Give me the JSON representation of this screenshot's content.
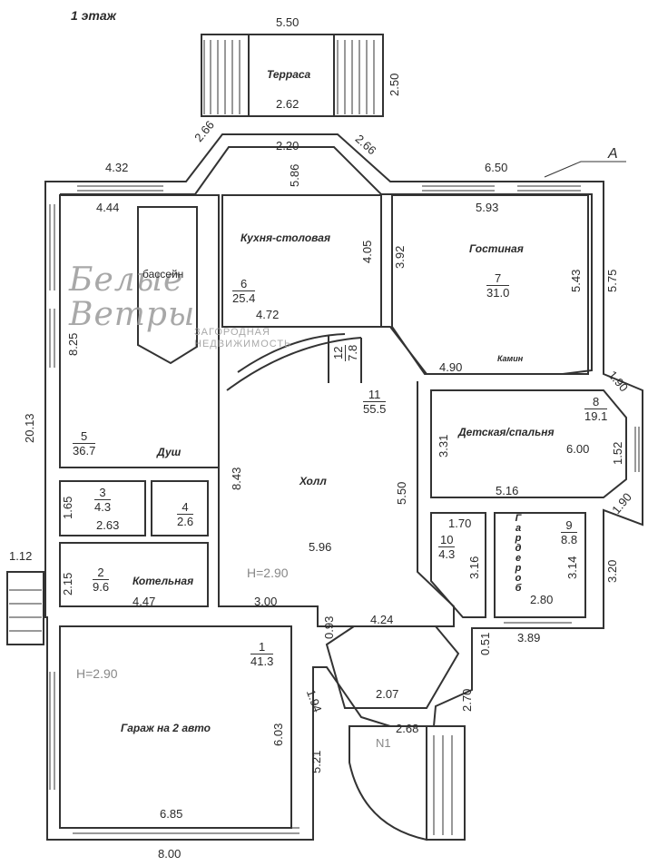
{
  "floor_title": "1 этаж",
  "north_marker": "N1",
  "axis_marker": "A",
  "watermark": {
    "line1": "Белые",
    "line2": "Ветры",
    "sub1": "ЗАГОРОДНАЯ",
    "sub2": "НЕДВИЖИМОСТЬ"
  },
  "ceiling_heights": [
    "H=2.90",
    "H=2.90"
  ],
  "rooms": [
    {
      "id": "terrace",
      "name": "Терраса"
    },
    {
      "id": "kitchen",
      "name": "Кухня-столовая",
      "number": "6",
      "area": "25.4"
    },
    {
      "id": "living",
      "name": "Гостиная",
      "number": "7",
      "area": "31.0"
    },
    {
      "id": "pool",
      "name": "бассейн",
      "number": "5",
      "area": "36.7"
    },
    {
      "id": "shower",
      "name": "Душ"
    },
    {
      "id": "hall",
      "name": "Холл",
      "number": "11",
      "area": "55.5"
    },
    {
      "id": "stair",
      "number": "12",
      "area": "7.8"
    },
    {
      "id": "kids",
      "name": "Детская/спальня",
      "number": "8",
      "area": "19.1"
    },
    {
      "id": "room3",
      "number": "3",
      "area": "4.3"
    },
    {
      "id": "wc",
      "number": "4",
      "area": "2.6"
    },
    {
      "id": "boiler",
      "name": "Котельная",
      "number": "2",
      "area": "9.6"
    },
    {
      "id": "room10",
      "number": "10",
      "area": "4.3"
    },
    {
      "id": "wardrobe",
      "name": "Гардероб",
      "number": "9",
      "area": "8.8"
    },
    {
      "id": "garage",
      "name": "Гараж на 2 авто",
      "number": "1",
      "area": "41.3"
    },
    {
      "id": "fireplace",
      "name": "Камин"
    }
  ],
  "dimensions": [
    "5.50",
    "2.50",
    "2.62",
    "2.66",
    "2.20",
    "2.66",
    "5.86",
    "4.32",
    "6.50",
    "4.44",
    "5.93",
    "4.05",
    "3.92",
    "5.43",
    "5.75",
    "4.72",
    "8.25",
    "20.13",
    "4.90",
    "1.90",
    "3.31",
    "6.00",
    "1.52",
    "8.43",
    "5.50",
    "5.16",
    "1.90",
    "1.65",
    "2.63",
    "1.70",
    "3.16",
    "3.14",
    "3.20",
    "1.12",
    "2.15",
    "5.96",
    "4.47",
    "3.00",
    "2.80",
    "0.93",
    "4.24",
    "0.51",
    "3.89",
    "2.70",
    "1.94",
    "2.07",
    "2.68",
    "6.03",
    "5.21",
    "6.85",
    "8.00"
  ]
}
